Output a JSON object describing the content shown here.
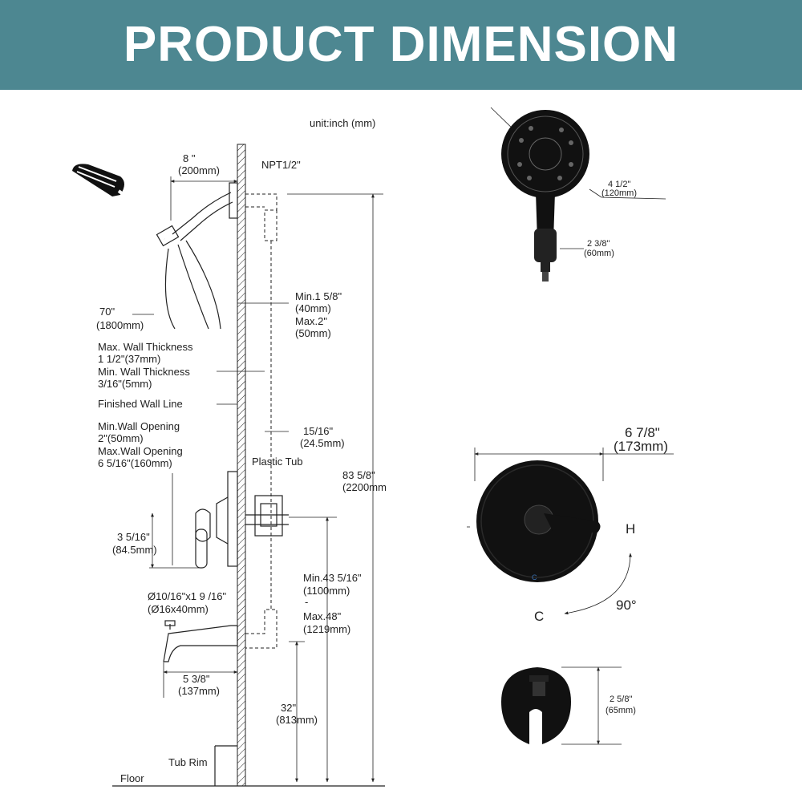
{
  "header": {
    "title": "PRODUCT DIMENSION"
  },
  "colors": {
    "banner": "#4d8791",
    "banner_text": "#ffffff",
    "product": "#111111",
    "line": "#222222"
  },
  "labels": {
    "unit": "unit:inch (mm)",
    "arm_length": "8 \"",
    "arm_length_mm": "(200mm)",
    "npt": "NPT1/2\"",
    "hose_length": "70\"",
    "hose_length_mm": "(1800mm)",
    "max_wall_1": "Max. Wall Thickness",
    "max_wall_2": "1 1/2\"(37mm)",
    "min_wall_1": "Min. Wall Thickness",
    "min_wall_2": "3/16\"(5mm)",
    "finished_wall": "Finished Wall Line",
    "min_open_1": "Min.Wall Opening",
    "min_open_2": "2\"(50mm)",
    "max_open_1": "Max.Wall Opening",
    "max_open_2": "6 5/16\"(160mm)",
    "plastic_tub": "Plastic Tub",
    "valve_h": "3 5/16\"",
    "valve_h_mm": "(84.5mm)",
    "pipe_1": "Ø10/16\"x1 9 /16\"",
    "pipe_2": "(Ø16x40mm)",
    "spout_len": "5 3/8\"",
    "spout_len_mm": "(137mm)",
    "tub_rim": "Tub Rim",
    "floor": "Floor",
    "depth_1": "Min.1 5/8\"",
    "depth_2": "(40mm)",
    "depth_3": "Max.2\"",
    "depth_4": "(50mm)",
    "offset_1": "15/16\"",
    "offset_2": "(24.5mm)",
    "total_1": "83 5/8\"",
    "total_2": "(2200mm",
    "valve_hgt_1": "Min.43 5/16\"",
    "valve_hgt_2": "(1100mm)",
    "valve_hgt_3": "-",
    "valve_hgt_4": "Max.48\"",
    "valve_hgt_5": "(1219mm)",
    "spout_hgt_1": "32\"",
    "spout_hgt_2": "(813mm)",
    "head_dia": "4 1/2\"",
    "head_dia_mm": "(120mm)",
    "handle_w": "2 3/8\"",
    "handle_w_mm": "(60mm)",
    "plate_dia": "6 7/8\"",
    "plate_dia_mm": "(173mm)",
    "hot": "H",
    "cold": "C",
    "rotation": "90°",
    "cold_mark": "C",
    "spout_h": "2 5/8\"",
    "spout_h_mm": "(65mm)"
  },
  "icons": {
    "shower_head": "shower-head-icon",
    "valve_plate": "trim-plate-icon",
    "tub_spout": "tub-spout-icon"
  }
}
